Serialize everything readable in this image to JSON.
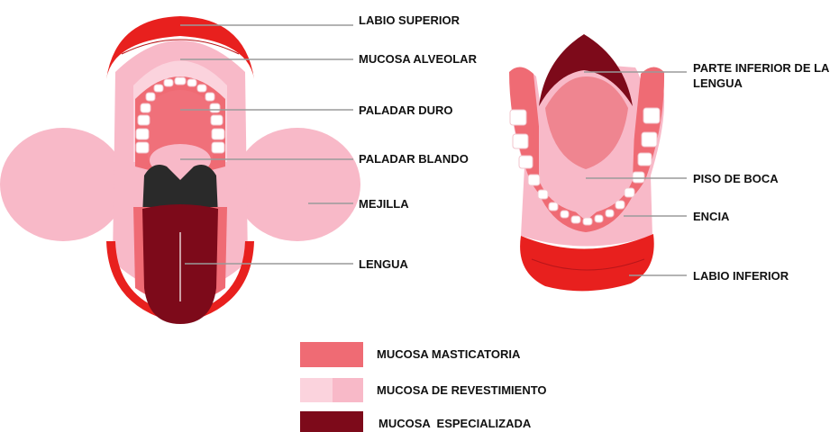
{
  "labels": {
    "labio_superior": "LABIO SUPERIOR",
    "mucosa_alveolar": "MUCOSA ALVEOLAR",
    "paladar_duro": "PALADAR DURO",
    "paladar_blando": "PALADAR BLANDO",
    "mejilla": "MEJILLA",
    "lengua": "LENGUA",
    "parte_inferior_lengua_1": "PARTE INFERIOR DE LA",
    "parte_inferior_lengua_2": "LENGUA",
    "piso_de_boca": "PISO DE BOCA",
    "encia": "ENCIA",
    "labio_inferior": "LABIO INFERIOR"
  },
  "legend": [
    {
      "text": "MUCOSA MASTICATORIA",
      "color": "#ef6b74"
    },
    {
      "text": "MUCOSA DE REVESTIMIENTO",
      "color": "#f8b9c8"
    },
    {
      "text": "MUCOSA  ESPECIALIZADA",
      "color": "#7d0a1a"
    }
  ],
  "colors": {
    "lip_red": "#e8201e",
    "masticatory": "#ef6b74",
    "lining": "#f8b9c8",
    "lining_light": "#fbd3dd",
    "specialized": "#7d0a1a",
    "throat_dark": "#2a2a2a",
    "leader_line": "#9a9a9a"
  }
}
